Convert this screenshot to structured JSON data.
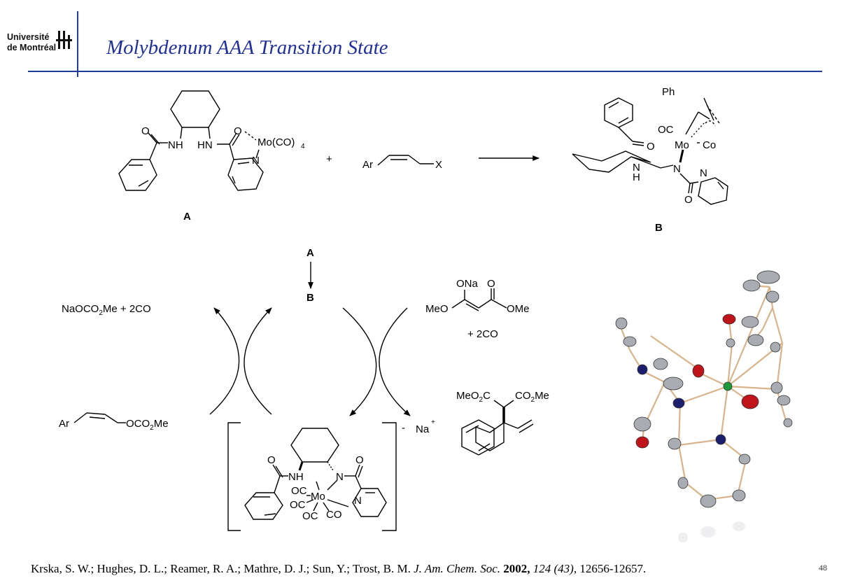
{
  "logo": {
    "line1": "Université",
    "line2": "de Montréal"
  },
  "title": "Molybdenum AAA Transition State",
  "structures": {
    "A": {
      "label": "A",
      "atoms": {
        "O1": "O",
        "NH": "NH",
        "HN": "HN",
        "O2": "O",
        "Mo": "Mo(CO)",
        "sub4": "4",
        "N": "N"
      }
    },
    "plus": "+",
    "substrate": {
      "Ar": "Ar",
      "X": "X"
    },
    "B": {
      "label": "B",
      "atoms": {
        "Ph": "Ph",
        "OC": "OC",
        "Mo": "Mo",
        "Co": "Co",
        "O1": "O",
        "N1": "N",
        "H": "H",
        "N2": "N",
        "N3": "N",
        "O2": "O"
      }
    }
  },
  "cycle": {
    "step_top": "A",
    "step_bottom": "B",
    "left_product": {
      "text": "NaOCO",
      "sub": "2",
      "text2": "Me + 2CO"
    },
    "left_substrate": {
      "Ar": "Ar",
      "group": "OCO",
      "sub": "2",
      "group2": "Me"
    },
    "nucleophile": {
      "ONa": "ONa",
      "O": "O",
      "MeO": "MeO",
      "OMe": "OMe",
      "co": "+ 2CO"
    },
    "product": {
      "left": "MeO",
      "sub1": "2",
      "left2": "C",
      "right": "CO",
      "sub2": "2",
      "right2": "Me"
    },
    "intermediate": {
      "charge": "-",
      "counterion": "Na",
      "counterion_charge": "+",
      "atoms": {
        "O1": "O",
        "NH": "NH",
        "N": "N",
        "O2": "O",
        "OC1": "OC",
        "Mo": "Mo",
        "OC2": "OC",
        "OC3": "OC",
        "CO": "CO",
        "Npy": "N"
      }
    }
  },
  "reference": {
    "authors": "Krska, S. W.; Hughes, D. L.; Reamer, R. A.; Mathre, D. J.; Sun, Y.; Trost, B. M.",
    "journal": "J. Am. Chem. Soc.",
    "year": "2002,",
    "volume": "124 (43)",
    "pages": ", 12656-12657."
  },
  "page_number": "48",
  "colors": {
    "accent": "#1f3b9c",
    "title": "#1f2fa0",
    "atom_c": "#a9acb3",
    "atom_n": "#1c1f6e",
    "atom_o": "#c0141b",
    "atom_mo": "#1a9a3a",
    "bond": "#d9b48a"
  }
}
